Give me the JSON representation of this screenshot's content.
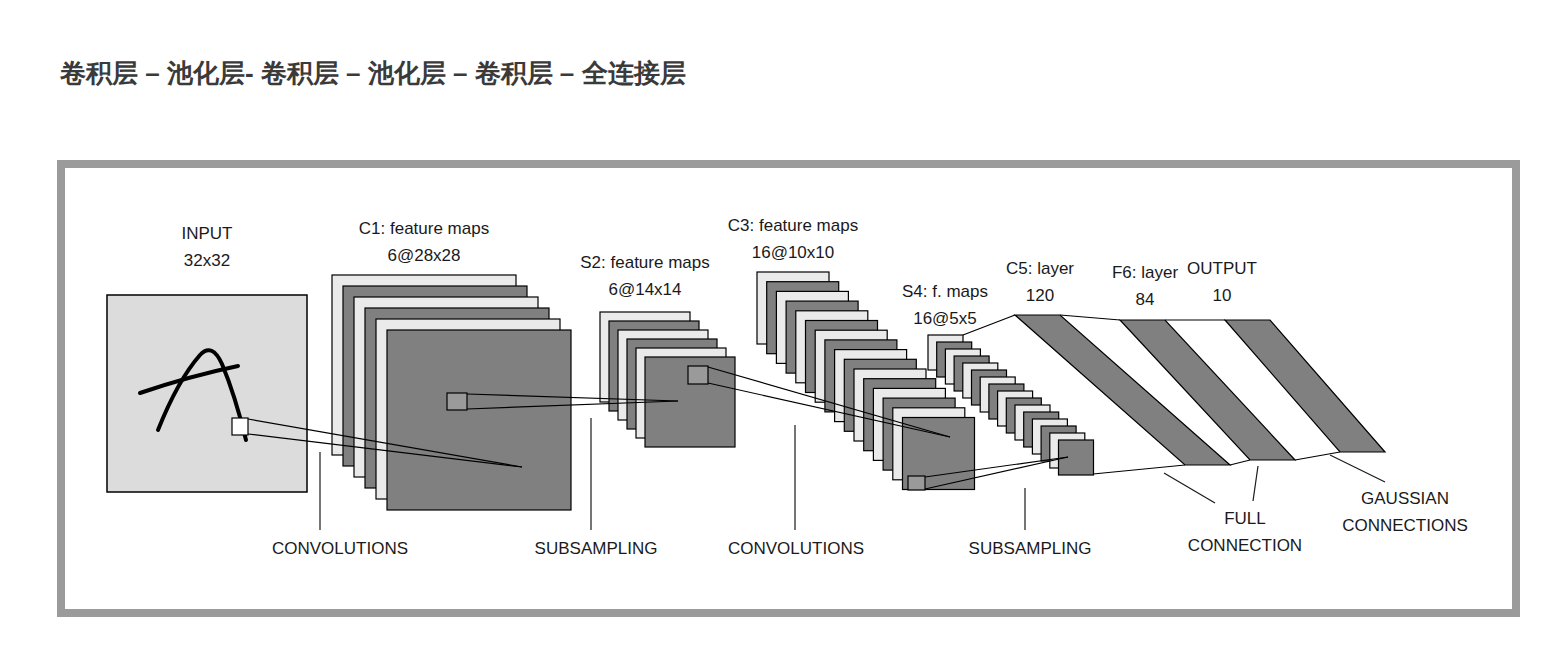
{
  "diagram": {
    "title": "卷积层 – 池化层- 卷积层 – 池化层 – 卷积层 – 全连接层",
    "nodes": [
      {
        "text": [
          "INPUT 32x32"
        ]
      },
      {
        "text": [
          "C1: feature maps 6@28x28"
        ]
      },
      {
        "text": [
          "S2: feature maps 6@14x14"
        ]
      },
      {
        "text": [
          "C3: feature maps 16@10x10"
        ]
      },
      {
        "text": [
          "S4: f. maps 16@5x5"
        ]
      },
      {
        "text": [
          "C5: layer 120"
        ]
      },
      {
        "text": [
          "F6: layer 84"
        ]
      },
      {
        "text": [
          "OUTPUT 10"
        ]
      }
    ],
    "edges": [
      {
        "from": 0,
        "to": 1,
        "arrow": "none"
      },
      {
        "from": 1,
        "to": 2,
        "arrow": "none"
      },
      {
        "from": 2,
        "to": 3,
        "arrow": "none"
      },
      {
        "from": 3,
        "to": 4,
        "arrow": "none"
      },
      {
        "from": 4,
        "to": 5,
        "arrow": "none"
      },
      {
        "from": 5,
        "to": 6,
        "arrow": "none"
      },
      {
        "from": 6,
        "to": 7,
        "arrow": "none"
      }
    ],
    "labels": [
      "CONVOLUTIONS",
      "SUBSAMPLING",
      "CONVOLUTIONS",
      "SUBSAMPLING",
      "FULL CONNECTION",
      "GAUSSIAN CONNECTIONS"
    ]
  }
}
